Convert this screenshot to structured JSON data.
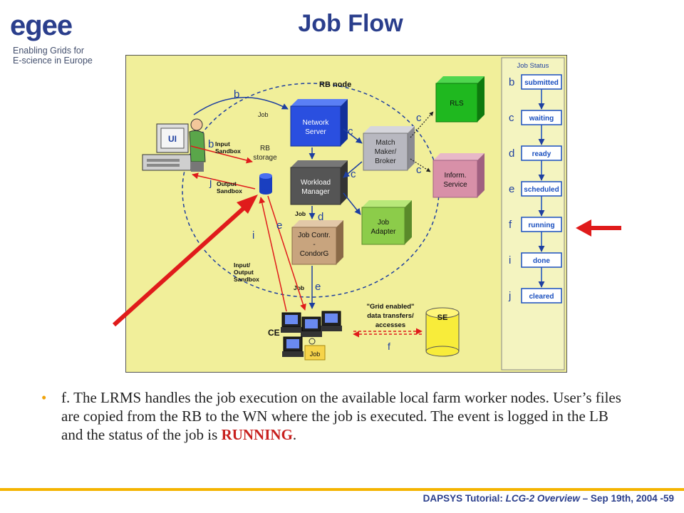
{
  "logo": {
    "word": "egee",
    "line1": "Enabling Grids for",
    "line2": "E-science in Europe"
  },
  "title": "Job Flow",
  "diagram": {
    "rb_node": "RB node",
    "rb_storage_1": "RB",
    "rb_storage_2": "storage",
    "ui": "UI",
    "network_server_1": "Network",
    "network_server_2": "Server",
    "workload_manager_1": "Workload",
    "workload_manager_2": "Manager",
    "match_maker_1": "Match",
    "match_maker_2": "Maker/",
    "match_maker_3": "Broker",
    "rls": "RLS",
    "inform_service_1": "Inform.",
    "inform_service_2": "Service",
    "job_adapter_1": "Job",
    "job_adapter_2": "Adapter",
    "job_contr_1": "Job Contr.",
    "job_contr_2": "-",
    "job_contr_3": "CondorG",
    "ce": "CE",
    "se": "SE",
    "job": "Job",
    "input_sandbox_1": "Input",
    "input_sandbox_2": "Sandbox",
    "output_sandbox_1": "Output",
    "output_sandbox_2": "Sandbox",
    "io_sandbox_1": "Input/",
    "io_sandbox_2": "Output",
    "io_sandbox_3": "Sandbox",
    "grid_transfers_1": "\"Grid enabled\"",
    "grid_transfers_2": "data transfers/",
    "grid_transfers_3": "accesses",
    "letters": {
      "b1": "b",
      "b2": "b",
      "j1": "j",
      "c1": "c",
      "c2": "c",
      "c3": "c",
      "c4": "c",
      "d": "d",
      "e1": "e",
      "e2": "e",
      "i": "i",
      "f": "f"
    },
    "status": {
      "header": "Job Status",
      "steps": [
        {
          "letter": "b",
          "label": "submitted"
        },
        {
          "letter": "c",
          "label": "waiting"
        },
        {
          "letter": "d",
          "label": "ready"
        },
        {
          "letter": "e",
          "label": "scheduled"
        },
        {
          "letter": "f",
          "label": "running"
        },
        {
          "letter": "i",
          "label": "done"
        },
        {
          "letter": "j",
          "label": "cleared"
        }
      ]
    }
  },
  "bullet": {
    "dot": "•",
    "text": "f. The LRMS handles the job execution on the available local farm worker nodes. User’s files are copied from the RB to the WN where the job is executed. The event is logged in the LB and the status of the job is ",
    "highlight": "RUNNING",
    "end": "."
  },
  "footer": {
    "prefix": "DAPSYS Tutorial: ",
    "italic": "LCG-2 Overview",
    "suffix": " – Sep 19th, 2004  -59"
  },
  "colors": {
    "brand": "#2a3e8c",
    "diagram_bg": "#f1ef9a",
    "arrow_red": "#e01b1b",
    "status_box": "#1a4fbf",
    "footer_line": "#f4b400"
  }
}
